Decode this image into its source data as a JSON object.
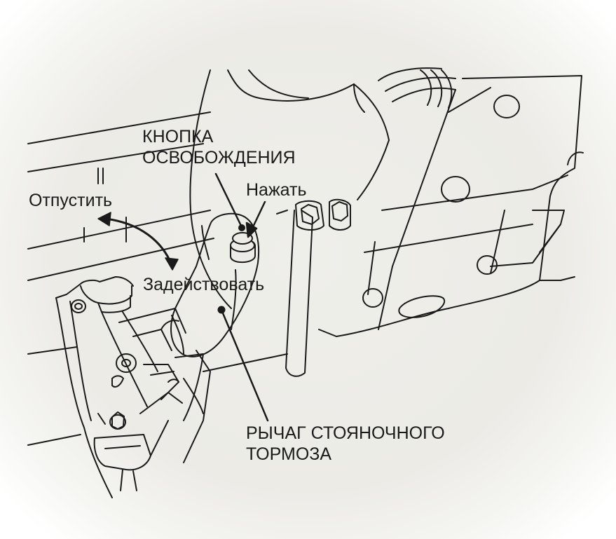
{
  "labels": {
    "release_button": [
      "КНОПКА",
      "ОСВОБОЖДЕНИЯ"
    ],
    "push": "Нажать",
    "release": "Отпустить",
    "apply": "Задействовать",
    "parking_brake_lever": [
      "РЫЧАГ СТОЯНОЧНОГО",
      "ТОРМОЗА"
    ]
  },
  "colors": {
    "ink": "#1a1a1a",
    "paper": "#ecebe6"
  }
}
